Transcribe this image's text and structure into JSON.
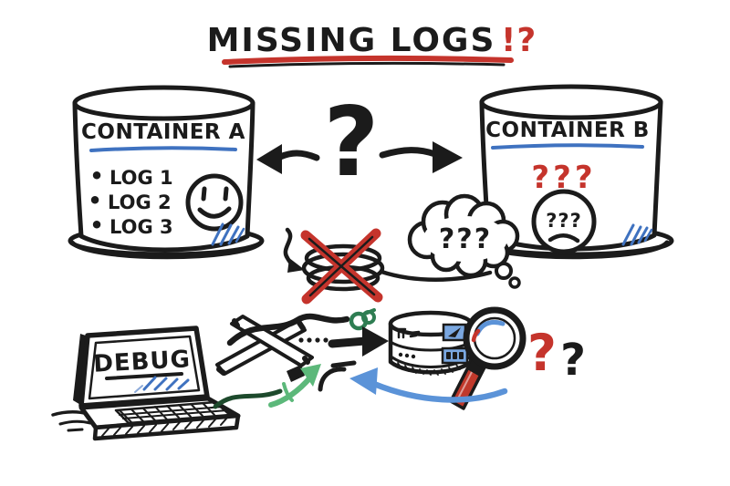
{
  "title": {
    "text": "MISSING LOGS",
    "punctuation": "!?"
  },
  "containers": {
    "a": {
      "label": "CONTAINER A",
      "logs": [
        {
          "bullet": "•",
          "label": "LOG 1"
        },
        {
          "bullet": "•",
          "label": "LOG 2"
        },
        {
          "bullet": "•",
          "label": "LOG 3"
        }
      ],
      "mood": "happy"
    },
    "b": {
      "label": "CONTAINER B",
      "missing_marks": "???",
      "face_marks": "???",
      "mood": "confused"
    }
  },
  "connection": {
    "question_mark": "?"
  },
  "thought_bubble": {
    "text": "???"
  },
  "laptop": {
    "screen_text": "DEBUG"
  },
  "trailing_questions": {
    "red": "?",
    "black": "?"
  },
  "colors": {
    "ink": "#1b1b1b",
    "red": "#c5342c",
    "blue": "#3f72c0",
    "blue_arrow": "#5b93d8",
    "green": "#5cb87a",
    "dark_green": "#1d4a2c",
    "knot_green": "#2e7d52",
    "panel_blue": "#7aa7e0",
    "handle_red": "#c0392b"
  }
}
